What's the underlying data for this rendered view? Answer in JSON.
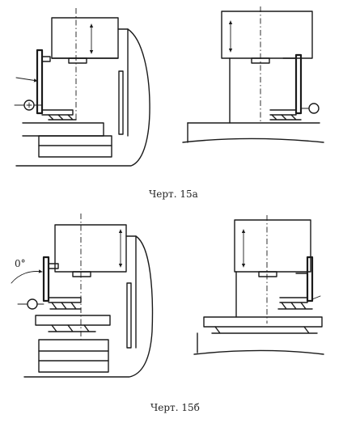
{
  "captions": {
    "fig_a": "Черт. 15а",
    "fig_b": "Черт. 15б"
  },
  "angle_mark": "0°"
}
